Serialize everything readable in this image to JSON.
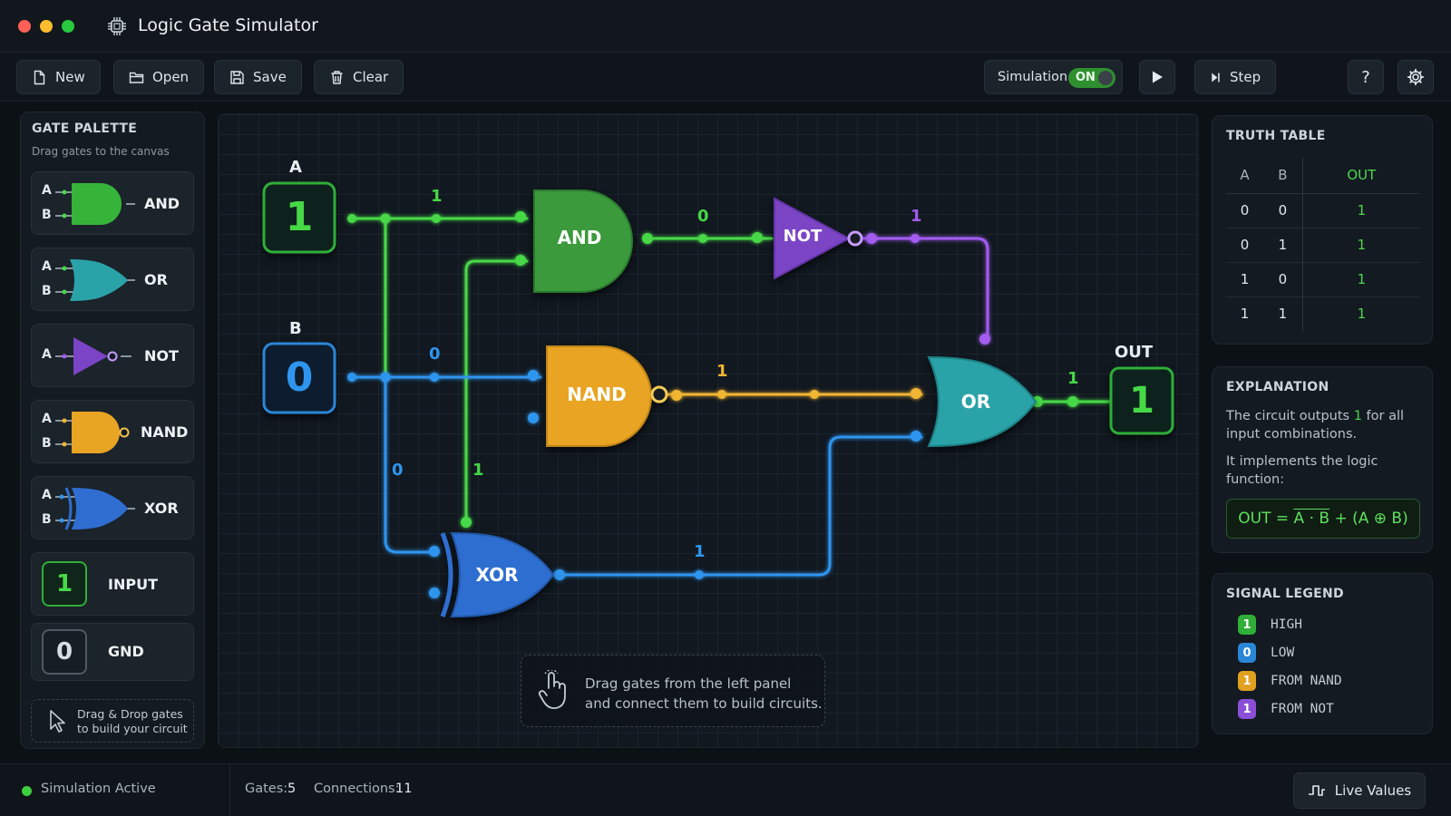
{
  "app": {
    "title": "Logic Gate Simulator"
  },
  "toolbar": {
    "new_label": "New",
    "open_label": "Open",
    "save_label": "Save",
    "clear_label": "Clear",
    "simulation_label": "Simulation",
    "simulation_state": "ON",
    "step_label": "Step",
    "help_label": "?"
  },
  "palette": {
    "title": "GATE PALETTE",
    "subtitle": "Drag gates to the canvas",
    "items": [
      {
        "name": "AND",
        "pin_a": "A",
        "pin_b": "B"
      },
      {
        "name": "OR",
        "pin_a": "A",
        "pin_b": "B"
      },
      {
        "name": "NOT",
        "pin_a": "A"
      },
      {
        "name": "NAND",
        "pin_a": "A",
        "pin_b": "B"
      },
      {
        "name": "XOR",
        "pin_a": "A",
        "pin_b": "B"
      },
      {
        "name": "INPUT",
        "value": "1"
      },
      {
        "name": "GND",
        "value": "0"
      }
    ],
    "hint": "Drag & Drop gates to build your circuit"
  },
  "canvas": {
    "input_a": {
      "label": "A",
      "value": "1"
    },
    "input_b": {
      "label": "B",
      "value": "0"
    },
    "output": {
      "label": "OUT",
      "value": "1"
    },
    "gates": {
      "and": "AND",
      "not": "NOT",
      "nand": "NAND",
      "or": "OR",
      "xor": "XOR"
    },
    "wire_values": {
      "a_to_and": "1",
      "and_to_not": "0",
      "not_to_or": "1",
      "b_to_nand": "0",
      "nand_to_or": "1",
      "or_to_out": "1",
      "b_to_xor": "0",
      "a_to_xor": "1",
      "xor_to_or": "1"
    },
    "hint_line1": "Drag gates from the left panel",
    "hint_line2": "and connect them to build circuits."
  },
  "truth_table": {
    "title": "TRUTH TABLE",
    "headers": [
      "A",
      "B",
      "OUT"
    ],
    "rows": [
      [
        "0",
        "0",
        "1"
      ],
      [
        "0",
        "1",
        "1"
      ],
      [
        "1",
        "0",
        "1"
      ],
      [
        "1",
        "1",
        "1"
      ]
    ]
  },
  "explanation": {
    "title": "EXPLANATION",
    "line1_pre": "The circuit outputs ",
    "line1_value": "1",
    "line1_post": " for all input combinations.",
    "line2": "It implements the logic function:",
    "formula_prefix": "OUT = ",
    "formula_a": "A",
    "formula_dot": " · ",
    "formula_b": "B",
    "formula_suffix": " + (A ⊕ B)"
  },
  "legend": {
    "title": "SIGNAL LEGEND",
    "items": [
      {
        "badge": "1",
        "label": "HIGH",
        "color": "#2fae38"
      },
      {
        "badge": "0",
        "label": "LOW",
        "color": "#2a86d6"
      },
      {
        "badge": "1",
        "label": "FROM NAND",
        "color": "#e0a020"
      },
      {
        "badge": "1",
        "label": "FROM NOT",
        "color": "#8a4fd6"
      }
    ]
  },
  "status": {
    "state": "Simulation Active",
    "gates_label": "Gates:",
    "gates_value": "5",
    "connections_label": "Connections:",
    "connections_value": "11",
    "live_label": "Live Values"
  },
  "colors": {
    "high": "#46d846",
    "low": "#2f95ee",
    "nand": "#f0b530",
    "not": "#a35cf0",
    "and_gate": "#3a9a3a",
    "or_gate": "#2aa3a8",
    "xor_gate": "#2f6ed0",
    "nand_gate": "#e8a423",
    "not_gate": "#7b44c6"
  }
}
